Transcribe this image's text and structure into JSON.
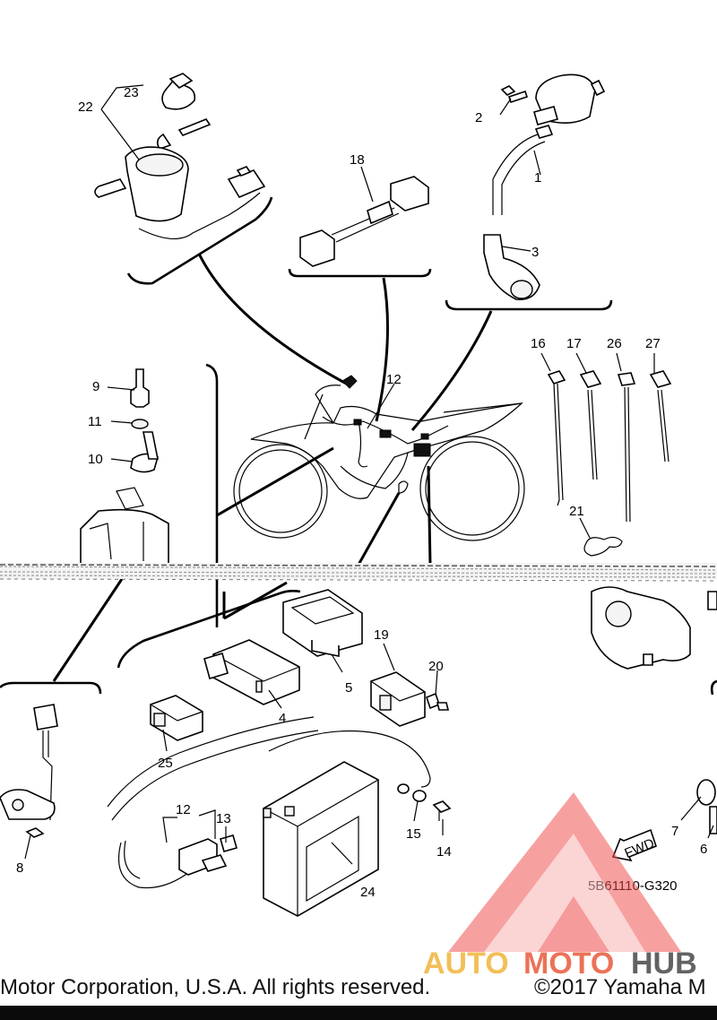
{
  "diagram": {
    "part_labels": [
      "1",
      "2",
      "3",
      "4",
      "5",
      "6",
      "7",
      "8",
      "9",
      "10",
      "11",
      "12",
      "12",
      "13",
      "14",
      "15",
      "16",
      "17",
      "18",
      "19",
      "20",
      "21",
      "22",
      "23",
      "24",
      "25",
      "26",
      "27"
    ],
    "fwd_label": "FWD",
    "figure_code": "5B61110-G320"
  },
  "watermark": {
    "brand_auto": "AUTO",
    "brand_moto": "MOTO",
    "brand_hub": "HUB",
    "color_auto": "#f0b43c",
    "color_moto": "#e85a3c",
    "color_hub": "#222222",
    "logo_color": "#ef4f4f"
  },
  "footer": {
    "left_text": "Motor Corporation, U.S.A. All rights reserved.",
    "right_text": "©2017 Yamaha M"
  }
}
